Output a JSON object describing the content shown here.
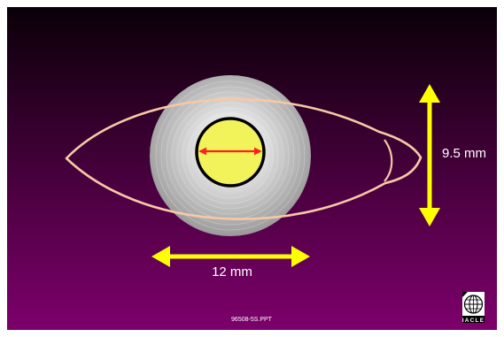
{
  "slide": {
    "background": {
      "top_color": "#0a0008",
      "bottom_color": "#7d006b"
    },
    "colors": {
      "eye_outline": "#f7c8a6",
      "iris_edge": "#9a9a9a",
      "iris_center": "#ffffff",
      "pupil_fill": "#f2f25a",
      "pupil_edge": "#000000",
      "measure_arrow": "#ff1f1f",
      "dimension_arrow": "#ffff00",
      "label_text": "#ffffff"
    },
    "labels": {
      "height": "9.5 mm",
      "width": "12 mm",
      "footer": "96508-5S.PPT"
    },
    "logo": {
      "icon": "globe-icon",
      "text": "IACLE"
    }
  }
}
